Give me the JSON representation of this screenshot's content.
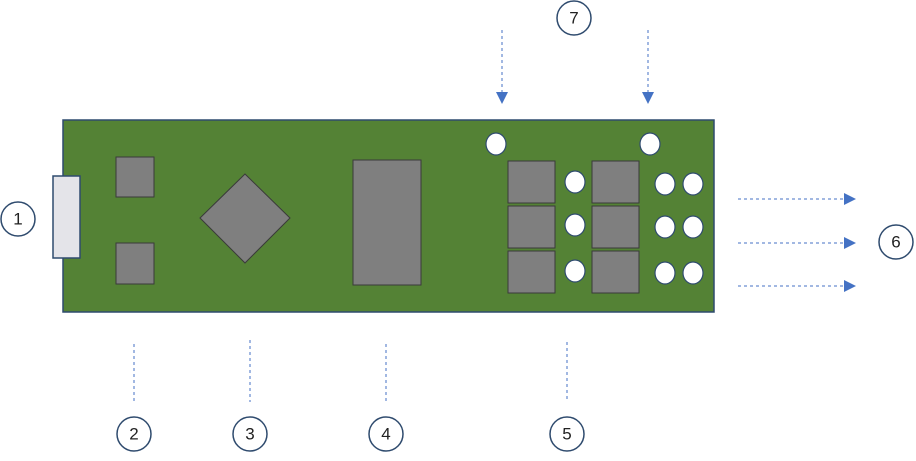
{
  "colors": {
    "board": "#548235",
    "board_outline": "#2f4b6e",
    "chip": "#7f7f7f",
    "connector": "#e4e4e9",
    "leader_line": "#4472c4",
    "callout_outline": "#2f4b6e"
  },
  "callouts": [
    {
      "id": "1",
      "label": "1"
    },
    {
      "id": "2",
      "label": "2"
    },
    {
      "id": "3",
      "label": "3"
    },
    {
      "id": "4",
      "label": "4"
    },
    {
      "id": "5",
      "label": "5"
    },
    {
      "id": "6",
      "label": "6"
    },
    {
      "id": "7",
      "label": "7"
    }
  ],
  "components": {
    "connector": "edge-connector",
    "small_chips": 2,
    "diamond_chip": 1,
    "large_chip": 1,
    "chip_array": "3x2",
    "led_pads_left_column": 3,
    "led_pads_right_pairs": 3,
    "top_pads": 2
  },
  "arrows": {
    "incoming_top": 2,
    "outgoing_right": 3
  }
}
